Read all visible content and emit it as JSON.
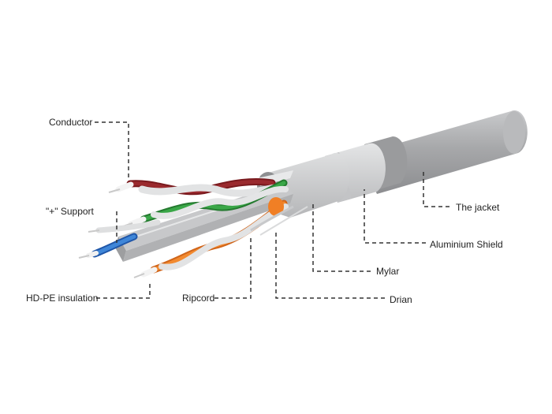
{
  "labels": {
    "conductor": "Conductor",
    "support": "\"+\" Support",
    "hdpe_insulation": "HD-PE insulation",
    "ripcord": "Ripcord",
    "drian": "Drian",
    "mylar": "Mylar",
    "aluminium_shield": "Aluminium Shield",
    "jacket": "The jacket"
  },
  "colors": {
    "jacket": "#a9aaac",
    "shield": "#cfd0d2",
    "pair_brown": "#8b1e22",
    "pair_green": "#2f9a3c",
    "pair_blue": "#2f6fc4",
    "pair_orange": "#ee7b21",
    "leader": "#333333"
  }
}
